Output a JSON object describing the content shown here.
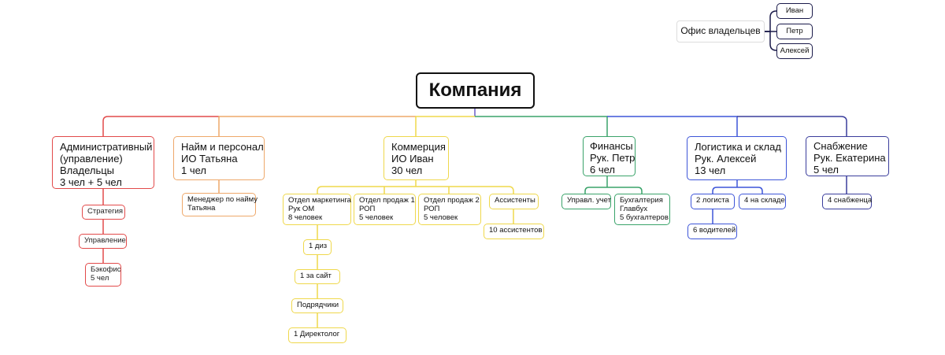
{
  "root": {
    "label": "Компания"
  },
  "owners_office": {
    "label": "Офис владельцев",
    "members": [
      "Иван",
      "Петр",
      "Алексей"
    ]
  },
  "branches": [
    {
      "lines": [
        "Административный",
        "(управление)",
        "Владельцы",
        "3 чел + 5 чел"
      ],
      "children": [
        [
          "Стратегия"
        ],
        [
          "Управление"
        ],
        [
          "Бэкофис",
          "5 чел"
        ]
      ]
    },
    {
      "lines": [
        "Найм и персонал",
        "ИО Татьяна",
        "1 чел"
      ],
      "children": [
        [
          "Менеджер по найму",
          "Татьяна"
        ]
      ]
    },
    {
      "lines": [
        "Коммерция",
        "ИО Иван",
        "30 чел"
      ],
      "children": [
        [
          "Отдел маркетинга",
          "Рук ОМ",
          "8 человек"
        ],
        [
          "Отдел продаж 1",
          "РОП",
          "5 человек"
        ],
        [
          "Отдел продаж 2",
          "РОП",
          "5 человек"
        ],
        [
          "Ассистенты"
        ]
      ],
      "marketing_children": [
        [
          "1 диз"
        ],
        [
          "1 за сайт"
        ],
        [
          "Подрядчики"
        ],
        [
          "1 Директолог"
        ]
      ],
      "assistants_children": [
        [
          "10 ассистентов"
        ]
      ]
    },
    {
      "lines": [
        "Финансы",
        "Рук. Петр",
        "6 чел"
      ],
      "children": [
        [
          "Управл. учет"
        ],
        [
          "Бухгалтерия",
          "Главбух",
          "5 бухгалтеров"
        ]
      ]
    },
    {
      "lines": [
        "Логистика и склад",
        "Рук. Алексей",
        "13 чел"
      ],
      "children": [
        [
          "2 логиста"
        ],
        [
          "4 на складе"
        ]
      ],
      "logist_children": [
        [
          "6 водителей"
        ]
      ]
    },
    {
      "lines": [
        "Снабжение",
        "Рук. Екатерина",
        "5 чел"
      ],
      "children": [
        [
          "4 снабженца"
        ]
      ]
    }
  ],
  "colors": {
    "red": "#e24a4a",
    "orange": "#eea86a",
    "yellow": "#efd84c",
    "green": "#3aa36a",
    "blue": "#3d55d8",
    "indigo": "#3a3d9c",
    "ink": "#1a1a4a"
  }
}
